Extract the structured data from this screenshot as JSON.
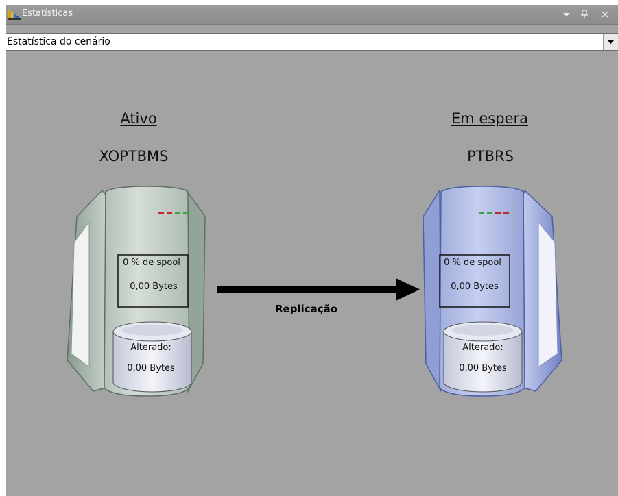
{
  "window": {
    "title": "Estatísticas",
    "controls": [
      "dropdown-arrow",
      "pin",
      "close"
    ],
    "colors": {
      "background": "#a3a3a3",
      "titlebar": "#929292"
    }
  },
  "scenario_selector": {
    "selected": "Estatística do cenário"
  },
  "active": {
    "role_label": "Ativo",
    "hostname": "XOPTBMS",
    "spool_percent": "0 % de spool",
    "spool_bytes": "0,00 Bytes",
    "changed_label": "Alterado:",
    "changed_bytes": "0,00 Bytes",
    "color": "#c9d3cc"
  },
  "standby": {
    "role_label": "Em espera",
    "hostname": "PTBRS",
    "spool_percent": "0 % de spool",
    "spool_bytes": "0,00 Bytes",
    "changed_label": "Alterado:",
    "changed_bytes": "0,00 Bytes",
    "color": "#b4bfe6"
  },
  "replication": {
    "label": "Replicação"
  }
}
